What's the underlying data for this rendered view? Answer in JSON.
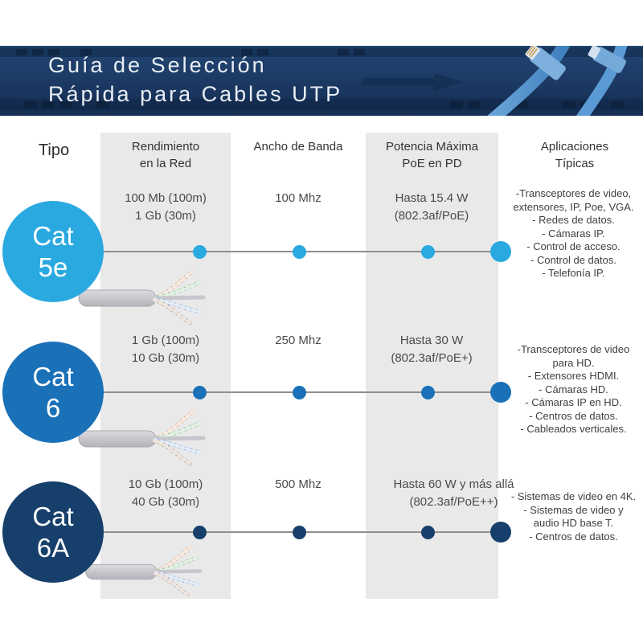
{
  "banner": {
    "title": "Guía de Selección\nRápida para Cables UTP",
    "background_color": "#1c3a64",
    "photo": "blue-ethernet-patch-cables-over-network-switch"
  },
  "headers": {
    "tipo": "Tipo",
    "rendimiento": "Rendimiento\nen la Red",
    "ancho": "Ancho de Banda",
    "potencia": "Potencia Máxima\nPoE en PD",
    "aplicaciones": "Aplicaciones\nTípicas"
  },
  "rows": [
    {
      "tipo": "Cat\n5e",
      "color": "#2aa9e0",
      "rendimiento": "100 Mb (100m)\n1 Gb (30m)",
      "ancho": "100 Mhz",
      "potencia": "Hasta 15.4 W\n(802.3af/PoE)",
      "aplicaciones": "-Transceptores de video,\nextensores, IP, Poe, VGA.\n- Redes de datos.\n- Cámaras IP.\n- Control de acceso.\n- Control de datos.\n- Telefonía IP."
    },
    {
      "tipo": "Cat\n6",
      "color": "#1a71b8",
      "rendimiento": "1 Gb (100m)\n10 Gb (30m)",
      "ancho": "250 Mhz",
      "potencia": "Hasta 30 W\n(802.3af/PoE+)",
      "aplicaciones": "-Transceptores de video\npara HD.\n- Extensores HDMI.\n- Cámaras HD.\n- Cámaras IP en HD.\n- Centros de datos.\n- Cableados verticales."
    },
    {
      "tipo": "Cat\n6A",
      "color": "#173f6b",
      "rendimiento": "10 Gb (100m)\n40 Gb (30m)",
      "ancho": "500 Mhz",
      "potencia": "Hasta 60 W y más allá\n(802.3af/PoE++)",
      "aplicaciones": "- Sistemas de video en 4K.\n- Sistemas de video y\naudio HD base T.\n- Centros de datos."
    }
  ],
  "styles": {
    "band_background": "#e9e9e9",
    "line_color": "#8f8f8f",
    "text_color": "#4a4a4c"
  }
}
